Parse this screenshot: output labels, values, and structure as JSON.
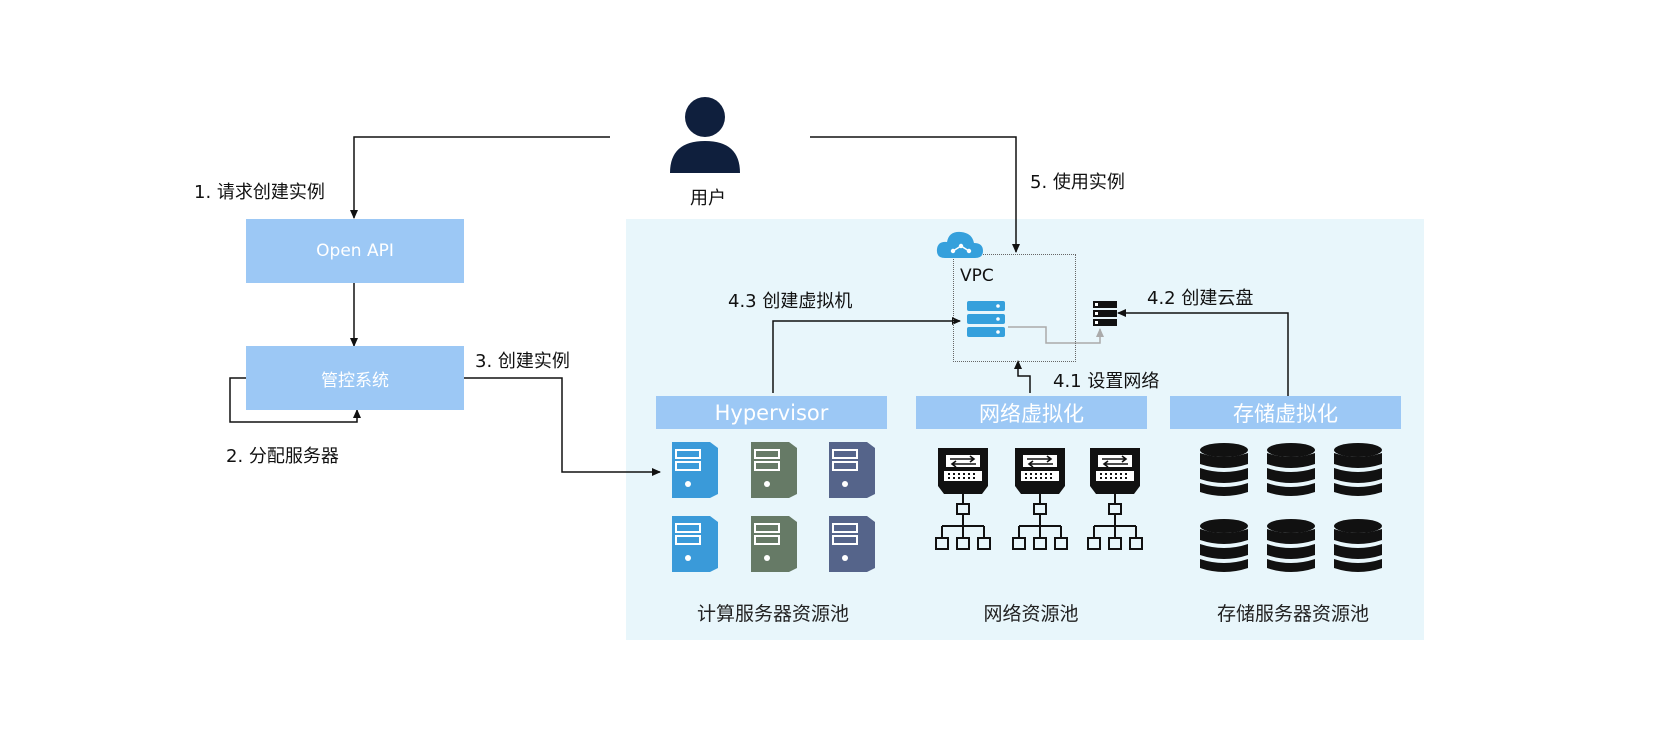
{
  "user": {
    "label": "用户",
    "icon": "user-icon"
  },
  "boxes": {
    "open_api": "Open API",
    "control": "管控系统"
  },
  "steps": {
    "s1": "1. 请求创建实例",
    "s2": "2. 分配服务器",
    "s3": "3. 创建实例",
    "s41": "4.1 设置网络",
    "s42": "4.2 创建云盘",
    "s43": "4.3 创建虚拟机",
    "s5": "5. 使用实例"
  },
  "vpc": {
    "label": "VPC"
  },
  "layers": {
    "hypervisor": "Hypervisor",
    "network": "网络虚拟化",
    "storage": "存储虚拟化"
  },
  "pools": {
    "compute": "计算服务器资源池",
    "network": "网络资源池",
    "storage": "存储服务器资源池"
  },
  "colors": {
    "box": "#9cc8f5",
    "panel": "#e8f6fb",
    "user": "#0f1f3d",
    "server_blue": "#3a9ad9",
    "server_green": "#667a66",
    "server_slate": "#55648a",
    "vpc_server": "#35a0dc",
    "dark": "#111111"
  }
}
